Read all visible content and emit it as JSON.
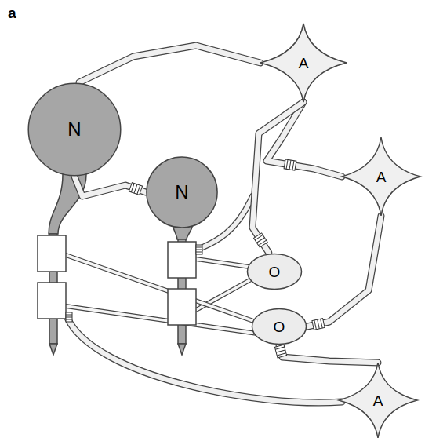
{
  "diagram": {
    "nodes": [
      {
        "text": [
          "A"
        ]
      },
      {
        "text": [
          "N"
        ]
      },
      {
        "text": [
          "N"
        ]
      },
      {
        "text": [
          "A"
        ]
      },
      {
        "text": [
          "O"
        ]
      },
      {
        "text": [
          "O"
        ]
      },
      {
        "text": [
          "A"
        ]
      }
    ],
    "edges": [
      {
        "from": 0,
        "to": 1,
        "arrow": "none"
      },
      {
        "from": 0,
        "to": 3,
        "arrow": "none"
      },
      {
        "from": 0,
        "to": 4,
        "arrow": "none"
      },
      {
        "from": 1,
        "to": 2,
        "arrow": "none"
      },
      {
        "from": 3,
        "to": 5,
        "arrow": "none"
      },
      {
        "from": 6,
        "to": 5,
        "arrow": "none"
      }
    ],
    "labels": [
      "a"
    ]
  }
}
